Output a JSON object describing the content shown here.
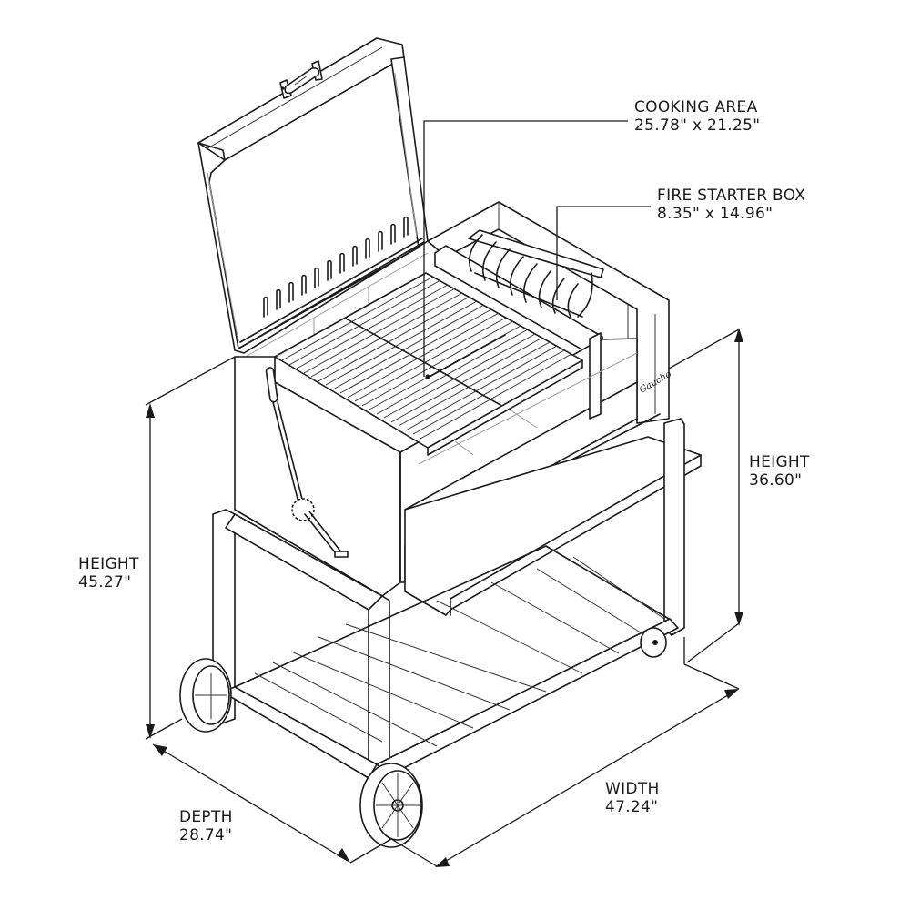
{
  "diagram": {
    "subject": "Charcoal grill on wheeled cart with open lid, grate, fire starter box, side shelf and slatted lower shelf",
    "stroke_color": "#1a1a1a",
    "background": "#ffffff"
  },
  "callouts": {
    "cooking_area": {
      "title": "COOKING AREA",
      "value": "25.78\" x 21.25\""
    },
    "fire_starter_box": {
      "title": "FIRE STARTER BOX",
      "value": "8.35\" x 14.96\""
    },
    "height_grate": {
      "title": "HEIGHT",
      "value": "36.60\""
    },
    "height_total": {
      "title": "HEIGHT",
      "value": "45.27\""
    },
    "width": {
      "title": "WIDTH",
      "value": "47.24\""
    },
    "depth": {
      "title": "DEPTH",
      "value": "28.74\""
    }
  },
  "parts": {
    "lid_icon": "open-lid",
    "grate_icon": "cooking-grate",
    "fire_box_icon": "fire-starter-basket",
    "crank_icon": "grate-height-crank",
    "shelf_icon": "side-shelf",
    "wheel_icon": "wheel",
    "logo_icon": "brand-logo"
  }
}
